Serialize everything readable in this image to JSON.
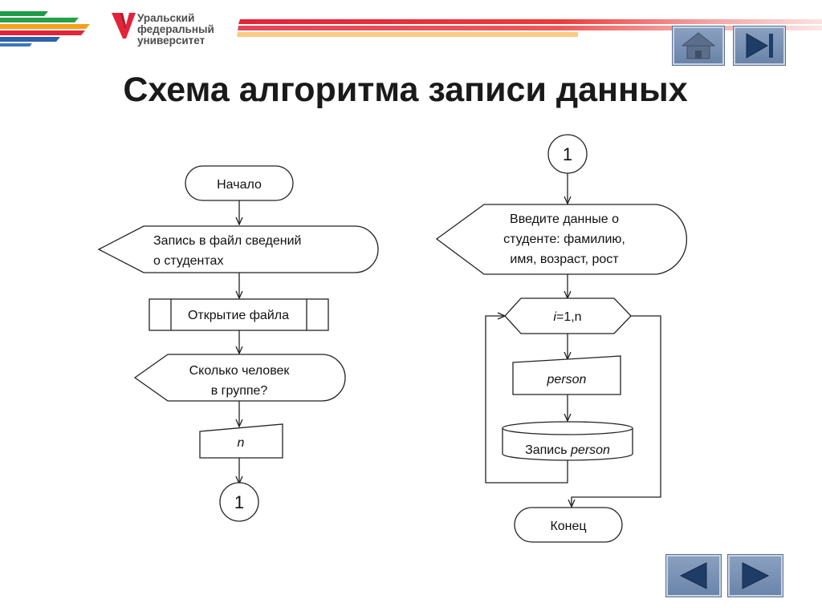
{
  "header": {
    "logo_lines": [
      "Уральский",
      "федеральный",
      "университет"
    ],
    "colors": {
      "red": "#e3233a",
      "orange": "#f6a01a",
      "green": "#1f9a48",
      "blue": "#2b62a8"
    }
  },
  "nav": {
    "home": "home-icon",
    "end": "skip-to-end-icon",
    "prev": "previous-icon",
    "next": "next-icon"
  },
  "title": "Схема алгоритма записи данных",
  "flowchart": {
    "left": {
      "start": "Начало",
      "output_1": [
        "Запись в файл сведений",
        "о студентах"
      ],
      "process": "Открытие файла",
      "output_2": [
        "Сколько человек",
        "в группе?"
      ],
      "input": "n",
      "connector": "1"
    },
    "right": {
      "connector": "1",
      "output": [
        "Введите данные о",
        "студенте: фамилию,",
        "имя, возраст, рост"
      ],
      "loop": {
        "var": "i",
        "rest": "=1,n"
      },
      "input": "person",
      "storage": {
        "prefix": "Запись ",
        "var": "person"
      },
      "end": "Конец"
    }
  }
}
